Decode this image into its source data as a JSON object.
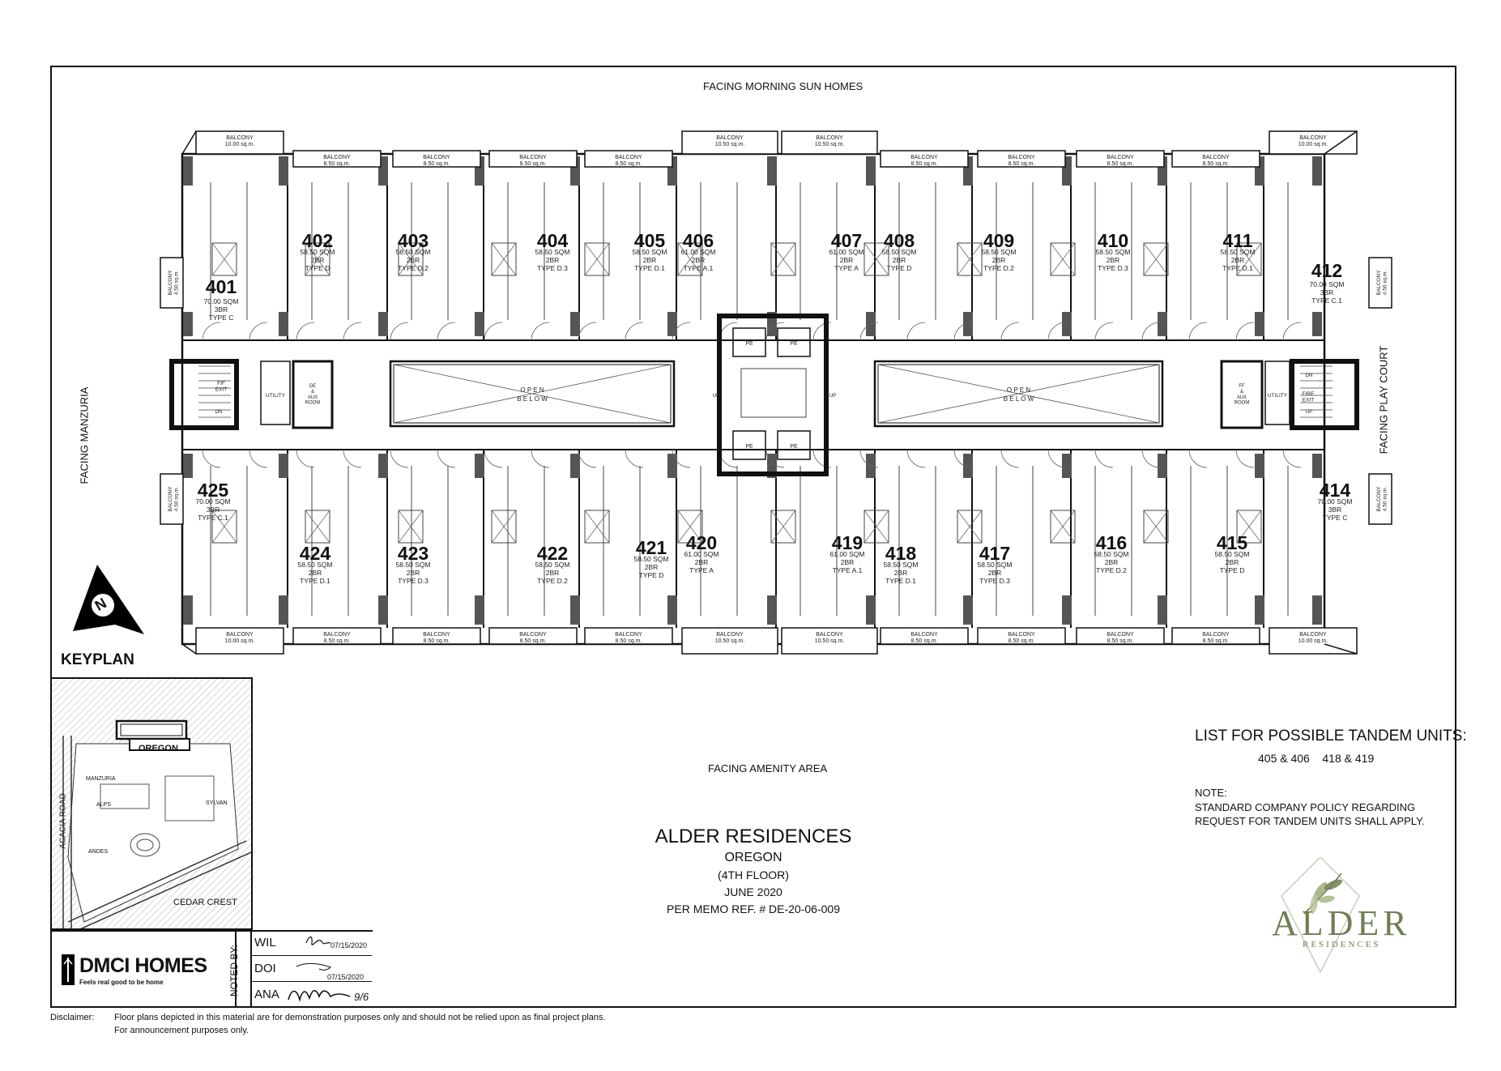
{
  "facing": {
    "top": "FACING MORNING SUN HOMES",
    "bottom": "FACING AMENITY AREA",
    "left": "FACING MANZURIA",
    "right": "FACING PLAY COURT"
  },
  "open_below": "OPEN BELOW",
  "units_top": [
    {
      "num": "401",
      "info": "70.00 SQM\n3BR\nTYPE C"
    },
    {
      "num": "402",
      "info": "58.50 SQM\n2BR\nTYPE D"
    },
    {
      "num": "403",
      "info": "58.50 SQM\n2BR\nTYPE D.2"
    },
    {
      "num": "404",
      "info": "58.50 SQM\n2BR\nTYPE D.3"
    },
    {
      "num": "405",
      "info": "58.50 SQM\n2BR\nTYPE D.1"
    },
    {
      "num": "406",
      "info": "61.00 SQM\n2BR\nTYPE A.1"
    },
    {
      "num": "407",
      "info": "61.00 SQM\n2BR\nTYPE A"
    },
    {
      "num": "408",
      "info": "58.50 SQM\n2BR\nTYPE D"
    },
    {
      "num": "409",
      "info": "58.50 SQM\n2BR\nTYPE D.2"
    },
    {
      "num": "410",
      "info": "58.50 SQM\n2BR\nTYPE D.3"
    },
    {
      "num": "411",
      "info": "58.50 SQM\n2BR\nTYPE D.1"
    },
    {
      "num": "412",
      "info": "70.00 SQM\n3BR\nTYPE C.1"
    }
  ],
  "units_bottom": [
    {
      "num": "425",
      "info": "70.00 SQM\n3BR\nTYPE C.1"
    },
    {
      "num": "424",
      "info": "58.50 SQM\n2BR\nTYPE D.1"
    },
    {
      "num": "423",
      "info": "58.50 SQM\n2BR\nTYPE D.3"
    },
    {
      "num": "422",
      "info": "58.50 SQM\n2BR\nTYPE D.2"
    },
    {
      "num": "421",
      "info": "58.50 SQM\n2BR\nTYPE D"
    },
    {
      "num": "420",
      "info": "61.00 SQM\n2BR\nTYPE A"
    },
    {
      "num": "419",
      "info": "61.00 SQM\n2BR\nTYPE A.1"
    },
    {
      "num": "418",
      "info": "58.50 SQM\n2BR\nTYPE D.1"
    },
    {
      "num": "417",
      "info": "58.50 SQM\n2BR\nTYPE D.3"
    },
    {
      "num": "416",
      "info": "58.50 SQM\n2BR\nTYPE D.2"
    },
    {
      "num": "415",
      "info": "58.50 SQM\n2BR\nTYPE D"
    },
    {
      "num": "414",
      "info": "70.00 SQM\n3BR\nTYPE C"
    }
  ],
  "balconies_top": [
    "BALCONY\n10.00 sq.m.",
    "BALCONY\n8.50 sq.m.",
    "BALCONY\n8.50 sq.m.",
    "BALCONY\n8.50 sq.m.",
    "BALCONY\n8.50 sq.m.",
    "BALCONY\n10.50 sq.m.",
    "BALCONY\n10.50 sq.m.",
    "BALCONY\n8.50 sq.m.",
    "BALCONY\n8.50 sq.m.",
    "BALCONY\n8.50 sq.m.",
    "BALCONY\n8.50 sq.m.",
    "BALCONY\n10.00 sq.m."
  ],
  "balconies_bottom": [
    "BALCONY\n10.00 sq.m.",
    "BALCONY\n8.50 sq.m.",
    "BALCONY\n8.50 sq.m.",
    "BALCONY\n8.50 sq.m.",
    "BALCONY\n8.50 sq.m.",
    "BALCONY\n10.50 sq.m.",
    "BALCONY\n10.50 sq.m.",
    "BALCONY\n8.50 sq.m.",
    "BALCONY\n8.50 sq.m.",
    "BALCONY\n8.50 sq.m.",
    "BALCONY\n8.50 sq.m.",
    "BALCONY\n10.00 sq.m."
  ],
  "side_balconies": [
    "BALCONY\n4.50 sq.m.",
    "BALCONY\n4.50 sq.m.",
    "BALCONY\n4.50 sq.m.",
    "BALCONY\n4.50 sq.m."
  ],
  "service_rooms": {
    "left_fire_exit": "F/F\nEXIT",
    "left_utility": "UTILITY",
    "left_aux": "DE\n&\nAUX\nROOM",
    "right_fire_exit": "FIRE\nEXIT",
    "right_utility": "UTILITY",
    "right_aux": "FF\n&\nAUX\nROOM",
    "elevator": "PE",
    "up": "UP",
    "dn": "DN"
  },
  "keyplan": {
    "heading": "KEYPLAN",
    "north": "N",
    "building": "OREGON",
    "roads": [
      "ACACIA ROAD",
      "MANZURIA",
      "ANDES",
      "SYLVAN",
      "CEDAR CREST",
      "ALPS"
    ]
  },
  "brand": {
    "name": "DMCI HOMES",
    "tagline": "Feels real good to be home"
  },
  "noted_by": {
    "label": "NOTED BY:",
    "rows": [
      {
        "initials": "WIL",
        "date": "07/15/2020"
      },
      {
        "initials": "DOI",
        "date": "07/15/2020"
      },
      {
        "initials": "ANA",
        "date": "9/6"
      }
    ]
  },
  "title": {
    "project": "ALDER RESIDENCES",
    "building": "OREGON",
    "floor": "(4TH FLOOR)",
    "date": "JUNE 2020",
    "memo": "PER MEMO REF. # DE-20-06-009"
  },
  "tandem": {
    "heading": "LIST FOR POSSIBLE TANDEM UNITS:",
    "pairs": "405 & 406    418 & 419",
    "note_label": "NOTE:",
    "note_line1": "STANDARD COMPANY POLICY REGARDING",
    "note_line2": "REQUEST FOR TANDEM UNITS SHALL APPLY."
  },
  "logo": {
    "name": "ALDER",
    "sub": "RESIDENCES"
  },
  "disclaimer": {
    "label": "Disclaimer:",
    "line1": "Floor plans depicted in this material are for demonstration purposes only and should not be relied upon as final project plans.",
    "line2": "For announcement purposes only."
  },
  "colors": {
    "ink": "#111111",
    "wall_fill": "#555555",
    "logo_green": "#6f7f52",
    "logo_leaf": "#93a86e"
  }
}
